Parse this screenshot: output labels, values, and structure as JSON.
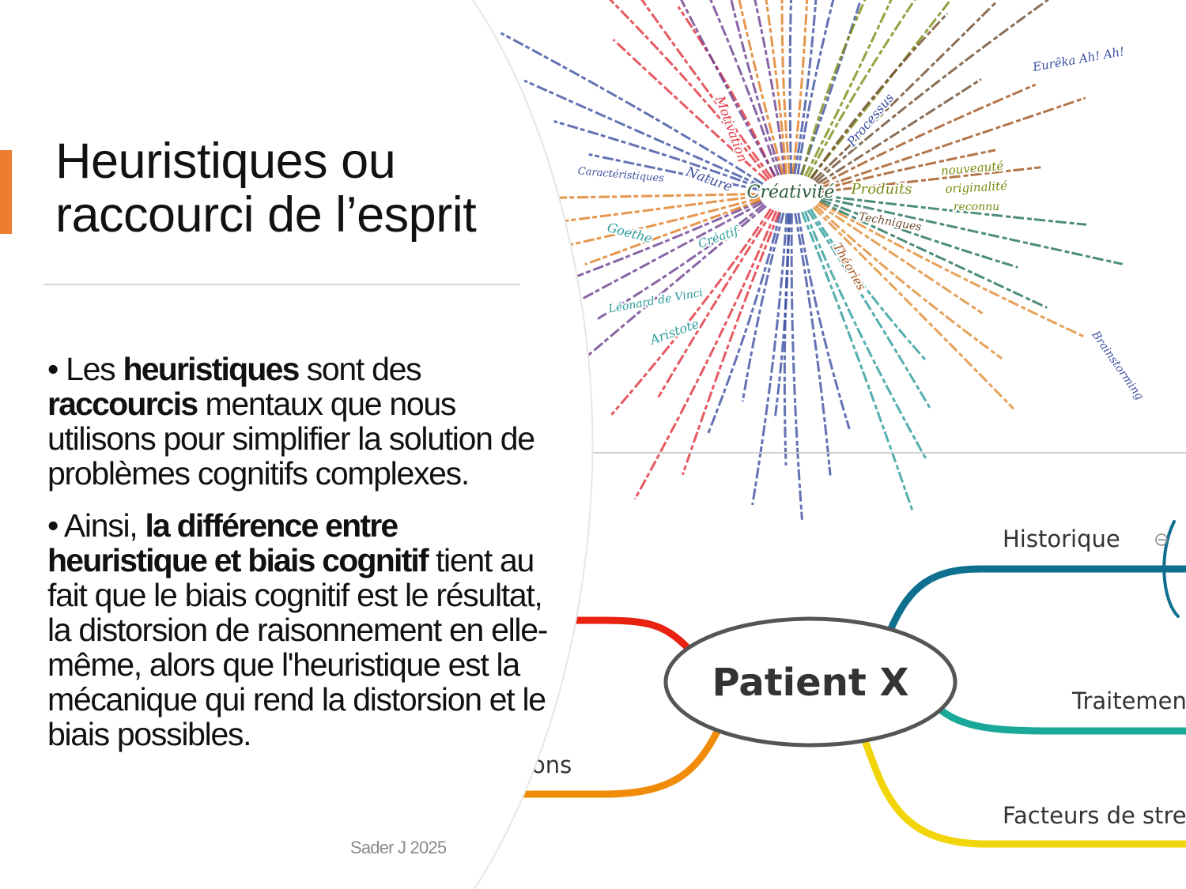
{
  "slide": {
    "title_line1": "Heuristiques ou",
    "title_line2": "raccourci de l’esprit",
    "accent_color": "#ec7d31",
    "bullets": [
      {
        "parts": [
          "• Les ",
          "heuristiques",
          " sont des ",
          "raccourcis",
          " mentaux que nous utilisons pour simplifier la solution de problèmes cognitifs complexes."
        ]
      },
      {
        "parts": [
          "• Ainsi, ",
          "la différence entre heuristique et biais cognitif",
          " tient au fait que le biais cognitif est le résultat, la distorsion de raisonnement en elle-même, alors que l'heuristique est la mécanique qui rend la distorsion et le biais possibles."
        ]
      }
    ],
    "footer": "Sader J 2025"
  },
  "handwritten_mindmap": {
    "center": "Créativité",
    "labels": [
      "Produits",
      "nouveauté",
      "originalité",
      "reconnu",
      "Processus",
      "Nature",
      "Caractéristiques",
      "Techniques",
      "Théories",
      "Motivation",
      "Créatif",
      "Goethe",
      "Léonard de Vinci",
      "Aristote",
      "Eurêka Ah! Ah!",
      "Brainstorming"
    ]
  },
  "patient_mindmap": {
    "center": "Patient X",
    "branches": [
      {
        "label": "Historique",
        "color": "#0f6f8f"
      },
      {
        "label": "Traitemen",
        "color": "#1aa898"
      },
      {
        "label": "Facteurs de stre",
        "color": "#f2d40a"
      },
      {
        "label": "ons",
        "color": "#f08c0a"
      },
      {
        "label": "",
        "color": "#e8220f"
      }
    ]
  }
}
